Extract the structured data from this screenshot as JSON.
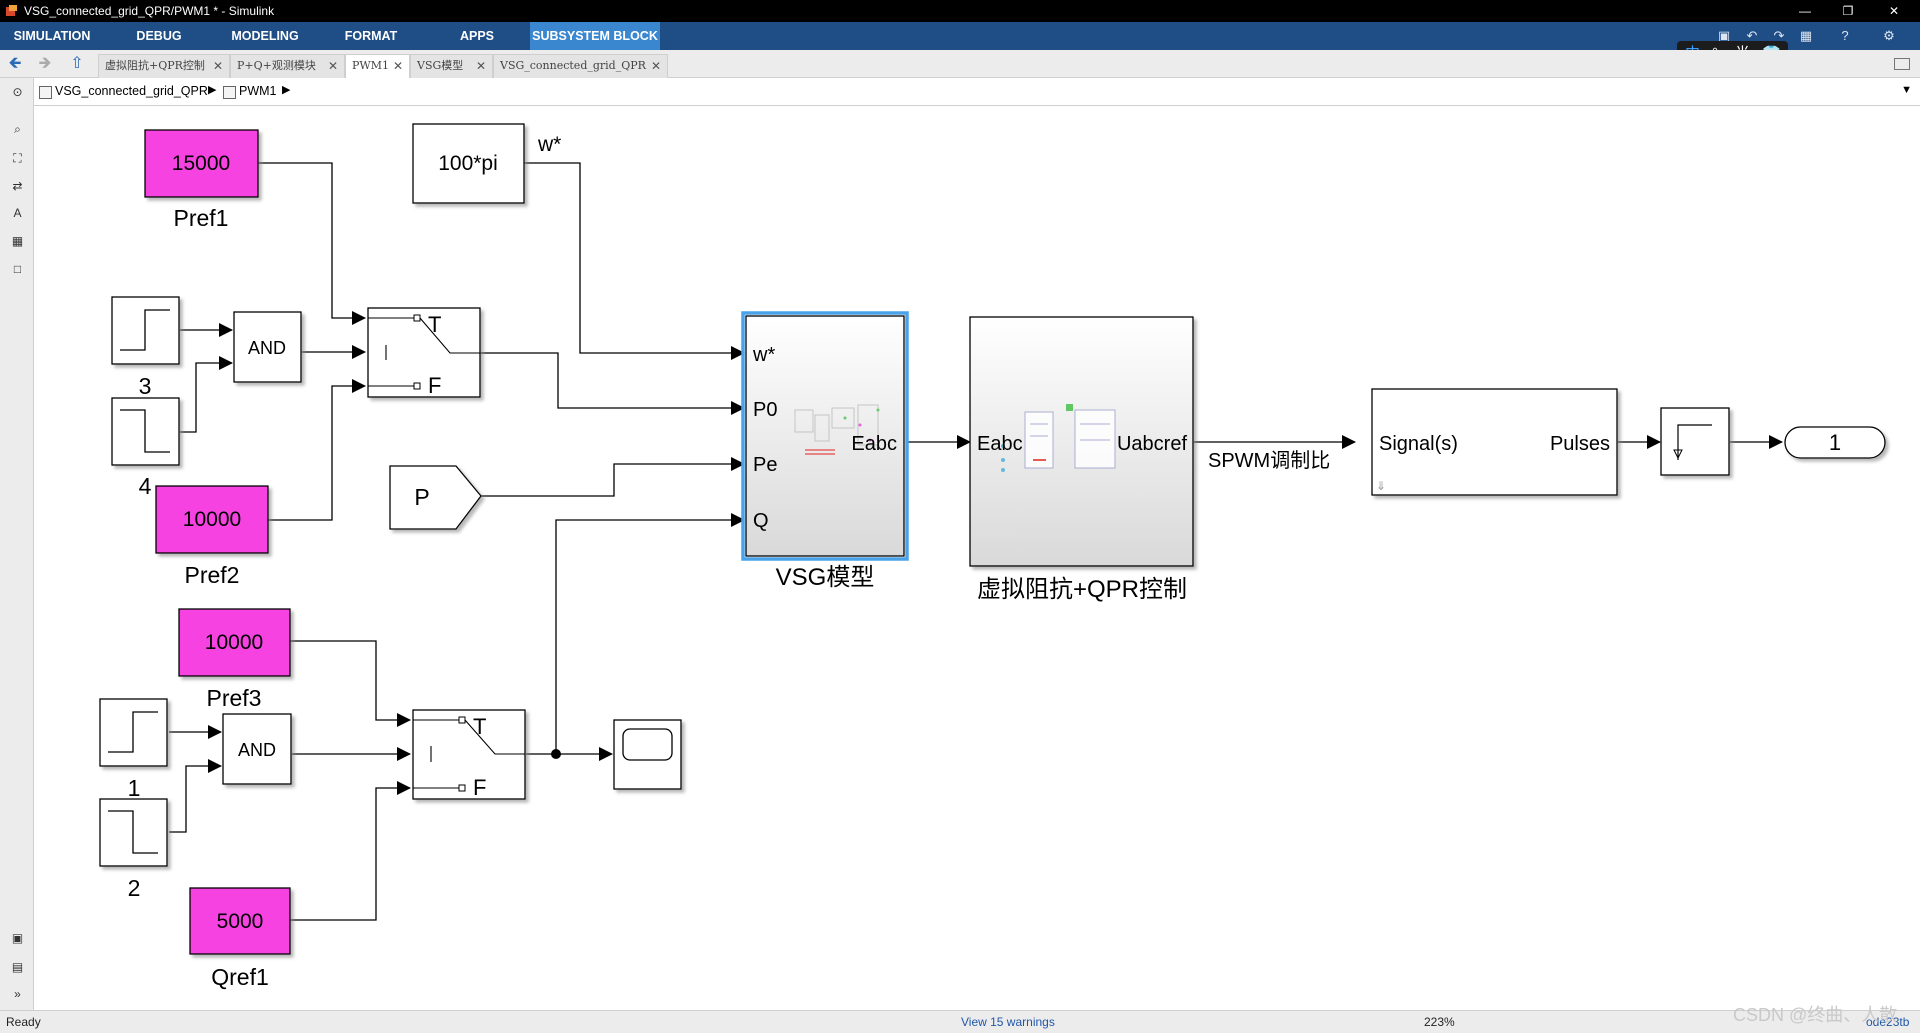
{
  "window": {
    "title": "VSG_connected_grid_QPR/PWM1 * - Simulink"
  },
  "ribbon": {
    "tabs": [
      "SIMULATION",
      "DEBUG",
      "MODELING",
      "FORMAT",
      "APPS",
      "SUBSYSTEM BLOCK"
    ],
    "active_tab": "SUBSYSTEM BLOCK"
  },
  "ime": {
    "lang": "中",
    "punct": "°,",
    "width": "半",
    "skin_icon": "shirt-icon"
  },
  "tabs": [
    {
      "label": "虚拟阻抗+QPR控制",
      "active": false
    },
    {
      "label": "P+Q+观测模块",
      "active": false
    },
    {
      "label": "PWM1",
      "active": true
    },
    {
      "label": "VSG模型",
      "active": false
    },
    {
      "label": "VSG_connected_grid_QPR",
      "active": false
    }
  ],
  "breadcrumb": {
    "root": "VSG_connected_grid_QPR",
    "current": "PWM1"
  },
  "diagram": {
    "blocks": {
      "pref1": {
        "value": "15000",
        "label": "Pref1"
      },
      "pref2": {
        "value": "10000",
        "label": "Pref2"
      },
      "pref3": {
        "value": "10000",
        "label": "Pref3"
      },
      "qref1": {
        "value": "5000",
        "label": "Qref1"
      },
      "w_const": {
        "value": "100*pi",
        "out_label": "w*"
      },
      "step3": {
        "label": "3"
      },
      "step4": {
        "label": "4"
      },
      "step1": {
        "label": "1"
      },
      "step2": {
        "label": "2"
      },
      "and1": {
        "label": "AND"
      },
      "and2": {
        "label": "AND"
      },
      "switch1": {
        "port_t": "T",
        "port_f": "F"
      },
      "switch2": {
        "port_t": "T",
        "port_f": "F"
      },
      "from_p": {
        "label": "P"
      },
      "vsg": {
        "ports": [
          "w*",
          "P0",
          "Pe",
          "Q"
        ],
        "out_port": "Eabc",
        "label": "VSG模型"
      },
      "qpr": {
        "in_port": "Eabc",
        "out_port": "Uabcref",
        "label": "虚拟阻抗+QPR控制"
      },
      "spwm_signal": {
        "label": "SPWM调制比"
      },
      "pwm_gen": {
        "in_port": "Signal(s)",
        "out_port": "Pulses"
      },
      "outport": {
        "label": "1"
      }
    }
  },
  "status": {
    "left": "Ready",
    "warnings": "View 15 warnings",
    "zoom": "223%",
    "solver": "ode23tb"
  },
  "watermark": "CSDN @终曲、人散",
  "colors": {
    "constant_fill": "#f542e0",
    "ribbon": "#1f4d85",
    "ribbon_active": "#3a86cf",
    "selection": "#4aa3e8"
  }
}
